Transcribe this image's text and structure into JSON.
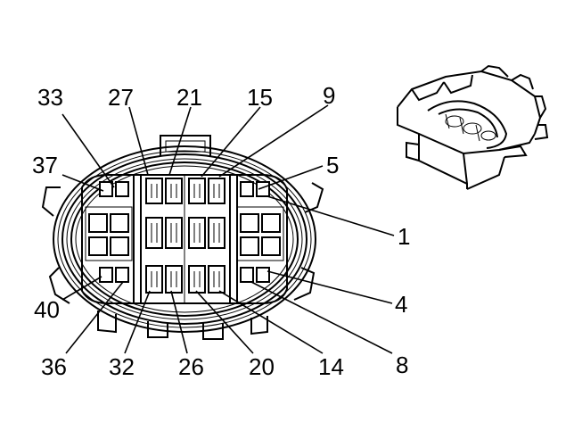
{
  "pin_labels": {
    "p33": "33",
    "p27": "27",
    "p21": "21",
    "p15": "15",
    "p9": "9",
    "p37": "37",
    "p5": "5",
    "p1": "1",
    "p4": "4",
    "p8": "8",
    "p40": "40",
    "p36": "36",
    "p32": "32",
    "p26": "26",
    "p20": "20",
    "p14": "14"
  }
}
